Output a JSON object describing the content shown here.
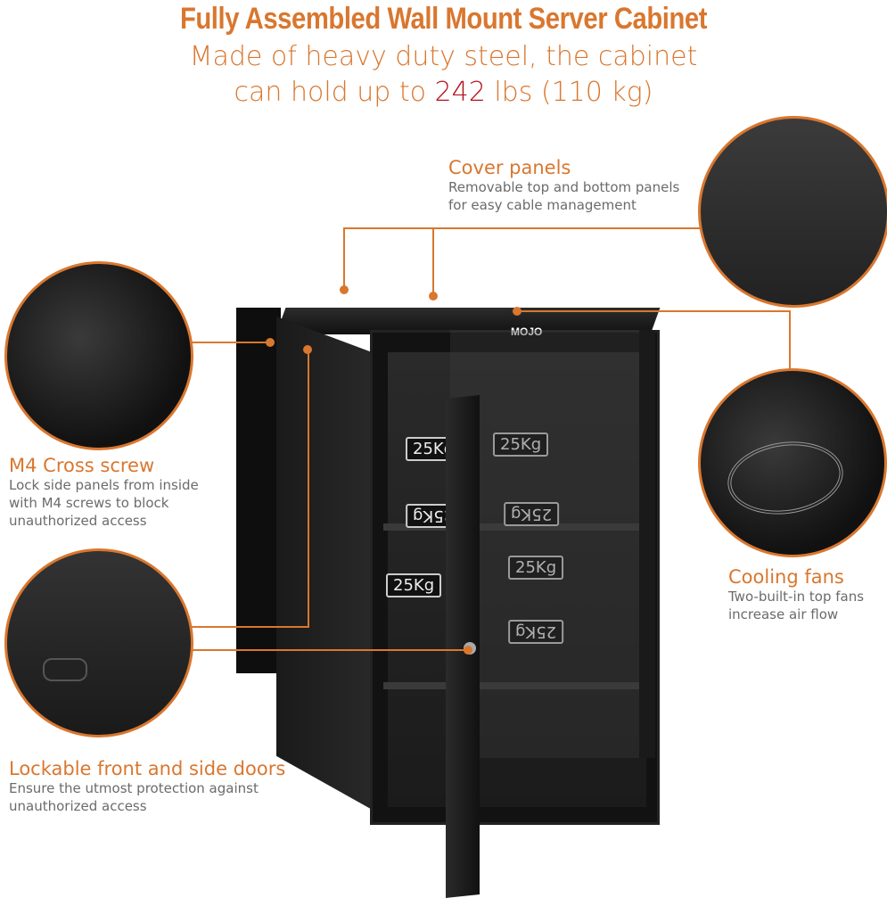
{
  "header": {
    "title": "Fully Assembled Wall Mount Server Cabinet",
    "subtitle_line1": "Made of heavy duty steel, the cabinet",
    "subtitle_line2_pre": "can hold up to ",
    "subtitle_highlight": "242",
    "subtitle_line2_post": " lbs (110 kg)"
  },
  "callouts": [
    {
      "title": "Cover panels",
      "desc": [
        "Removable top and bottom panels",
        "for easy cable management"
      ]
    },
    {
      "title": "M4 Cross screw",
      "desc": [
        "Lock side panels from inside",
        "with M4 screws to block",
        "unauthorized access"
      ]
    },
    {
      "title": "Cooling fans",
      "desc": [
        "Two-built-in top fans",
        "increase air flow"
      ]
    },
    {
      "title": "Lockable front and side doors",
      "desc": [
        "Ensure the utmost protection against",
        "unauthorized access"
      ]
    }
  ],
  "product": {
    "brand_logo": "MOJO",
    "weight_labels": [
      "25Kg",
      "25Kg",
      "25Kg",
      "25Kg",
      "25Kg",
      "25Kg",
      "25Kg"
    ]
  },
  "colors": {
    "accent": "#d9772f",
    "highlight": "#b3121f"
  }
}
